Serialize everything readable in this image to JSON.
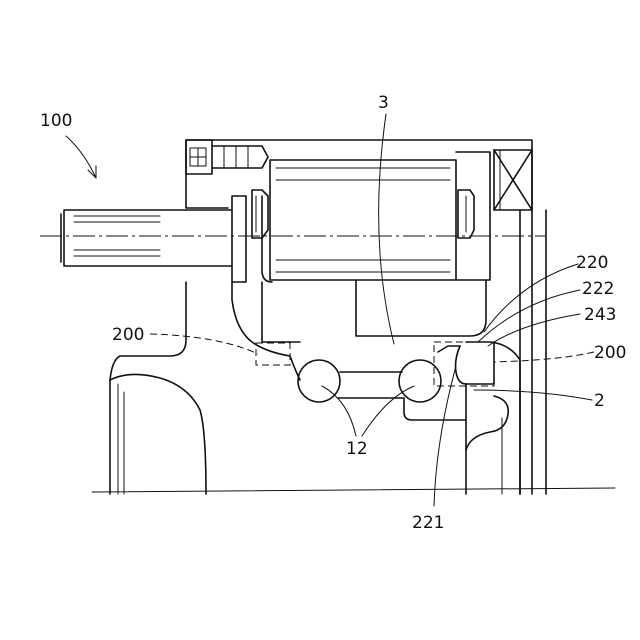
{
  "labels": {
    "assembly": "100",
    "part_3": "3",
    "part_220": "220",
    "part_222": "222",
    "part_243": "243",
    "part_200_left": "200",
    "part_200_right": "200",
    "part_2": "2",
    "part_12": "12",
    "part_221": "221"
  }
}
